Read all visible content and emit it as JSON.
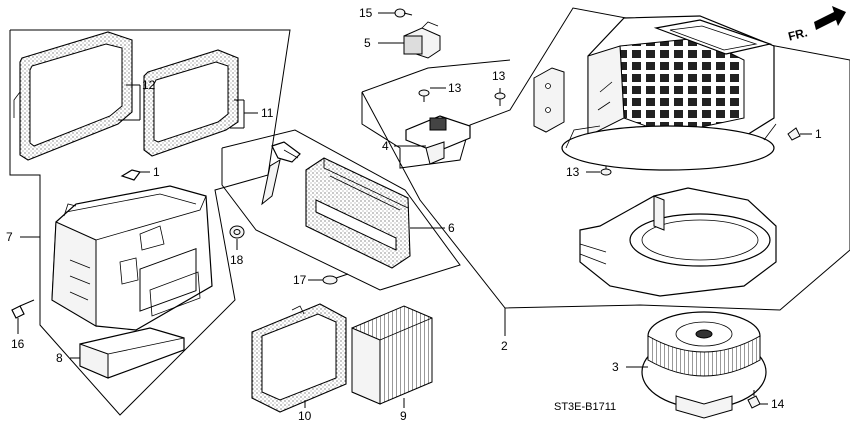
{
  "diagram": {
    "callouts": [
      {
        "id": "c1a",
        "label": "1"
      },
      {
        "id": "c1b",
        "label": "1"
      },
      {
        "id": "c2",
        "label": "2"
      },
      {
        "id": "c3",
        "label": "3"
      },
      {
        "id": "c4",
        "label": "4"
      },
      {
        "id": "c5",
        "label": "5"
      },
      {
        "id": "c6",
        "label": "6"
      },
      {
        "id": "c7",
        "label": "7"
      },
      {
        "id": "c8",
        "label": "8"
      },
      {
        "id": "c9",
        "label": "9"
      },
      {
        "id": "c10",
        "label": "10"
      },
      {
        "id": "c11",
        "label": "11"
      },
      {
        "id": "c12",
        "label": "12"
      },
      {
        "id": "c13a",
        "label": "13"
      },
      {
        "id": "c13b",
        "label": "13"
      },
      {
        "id": "c13c",
        "label": "13"
      },
      {
        "id": "c14",
        "label": "14"
      },
      {
        "id": "c15",
        "label": "15"
      },
      {
        "id": "c16",
        "label": "16"
      },
      {
        "id": "c17",
        "label": "17"
      },
      {
        "id": "c18",
        "label": "18"
      }
    ],
    "front_indicator": "FR.",
    "diagram_code": "ST3E-B1711"
  }
}
